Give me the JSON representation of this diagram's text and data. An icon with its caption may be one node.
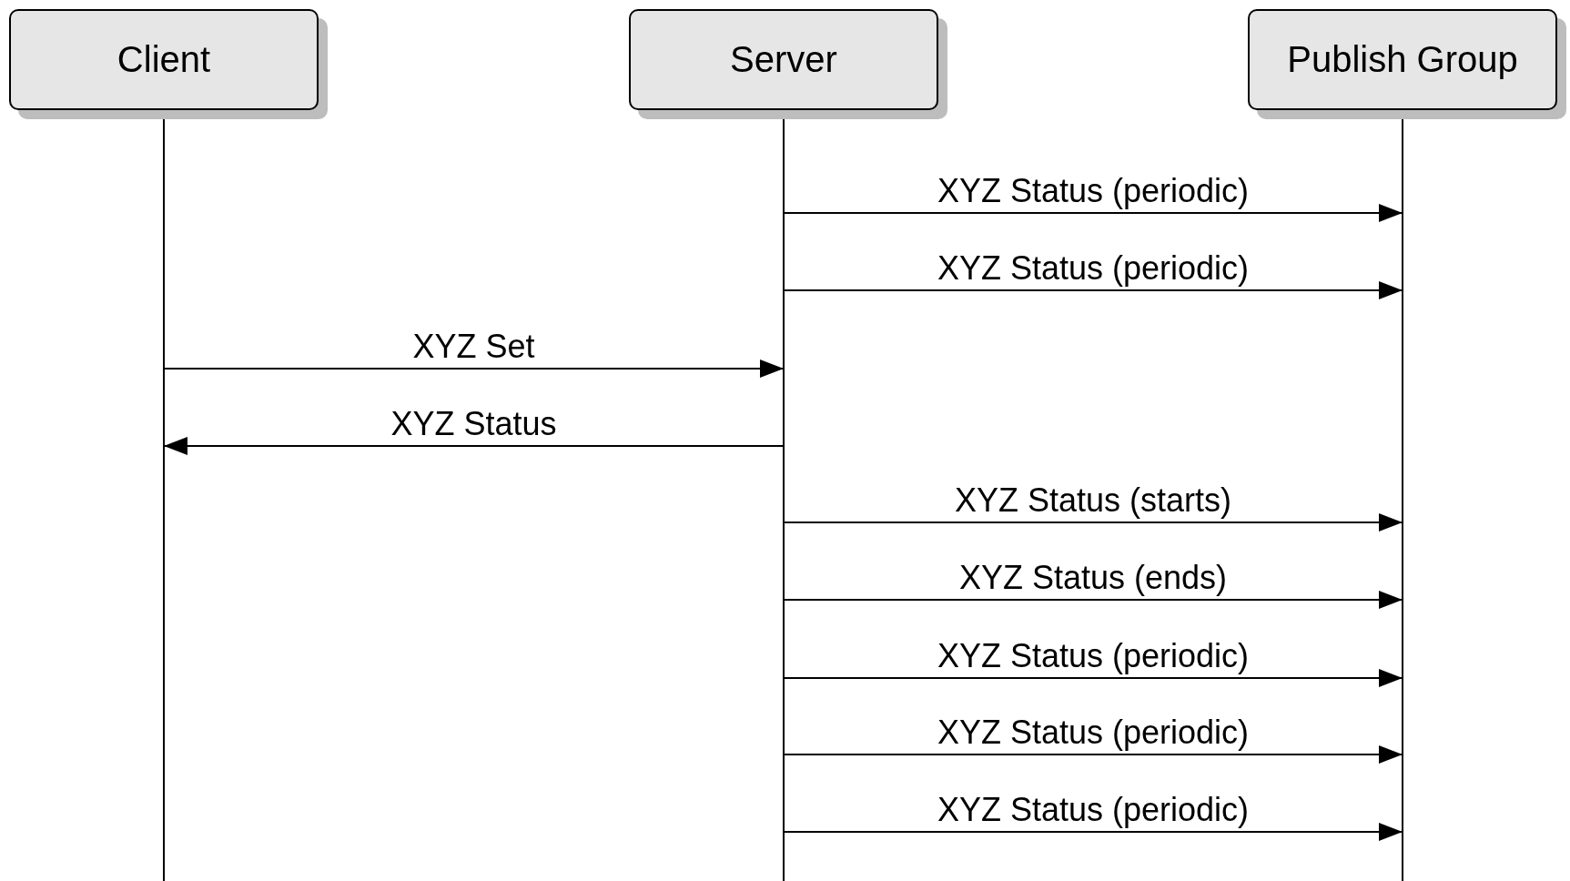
{
  "diagram": {
    "nodes": [
      {
        "text": [
          "Client"
        ]
      },
      {
        "text": [
          "Server"
        ]
      },
      {
        "text": [
          "Publish Group"
        ]
      }
    ],
    "edges": [
      {
        "from": 1,
        "to": 2,
        "arrow": "to",
        "label": "XYZ Status (periodic)"
      },
      {
        "from": 1,
        "to": 2,
        "arrow": "to",
        "label": "XYZ Status (periodic)"
      },
      {
        "from": 0,
        "to": 1,
        "arrow": "to",
        "label": "XYZ Set"
      },
      {
        "from": 1,
        "to": 0,
        "arrow": "to",
        "label": "XYZ Status"
      },
      {
        "from": 1,
        "to": 2,
        "arrow": "to",
        "label": "XYZ Status (starts)"
      },
      {
        "from": 1,
        "to": 2,
        "arrow": "to",
        "label": "XYZ Status (ends)"
      },
      {
        "from": 1,
        "to": 2,
        "arrow": "to",
        "label": "XYZ Status (periodic)"
      },
      {
        "from": 1,
        "to": 2,
        "arrow": "to",
        "label": "XYZ Status (periodic)"
      },
      {
        "from": 1,
        "to": 2,
        "arrow": "to",
        "label": "XYZ Status (periodic)"
      }
    ]
  }
}
